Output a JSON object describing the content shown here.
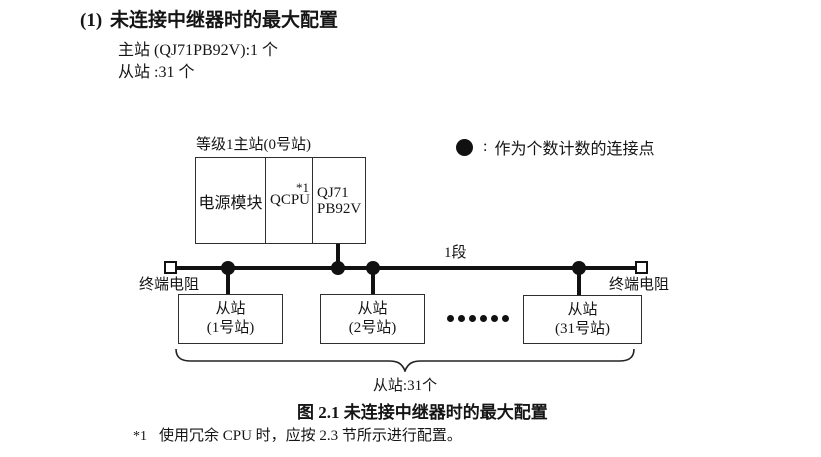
{
  "page": {
    "heading_number": "(1)",
    "heading": "未连接中继器时的最大配置",
    "body_line1": "主站 (QJ71PB92V):1 个",
    "body_line2": "从站 :31 个",
    "caption": "图 2.1 未连接中继器时的最大配置",
    "footnote_marker": "*1",
    "footnote_text": "使用冗余 CPU 时，应按 2.3 节所示进行配置。"
  },
  "diagram": {
    "master": {
      "label": "等级1主站(0号站)",
      "modules": [
        {
          "name": "电源模块"
        },
        {
          "name": "QCPU",
          "note_ref": "*1"
        },
        {
          "line1": "QJ71",
          "line2": "PB92V"
        }
      ]
    },
    "legend": {
      "separator": ":",
      "label": "作为个数计数的连接点"
    },
    "segment_label": "1段",
    "terminator_left": "终端电阻",
    "terminator_right": "终端电阻",
    "slaves": [
      {
        "line1": "从站",
        "line2": "(1号站)"
      },
      {
        "line1": "从站",
        "line2": "(2号站)"
      },
      {
        "line1": "从站",
        "line2": "(31号站)"
      }
    ],
    "slave_count_label": "从站:31个",
    "colors": {
      "line": "#111111",
      "border": "#2e2e2e",
      "text": "#151515",
      "background": "#ffffff"
    }
  }
}
